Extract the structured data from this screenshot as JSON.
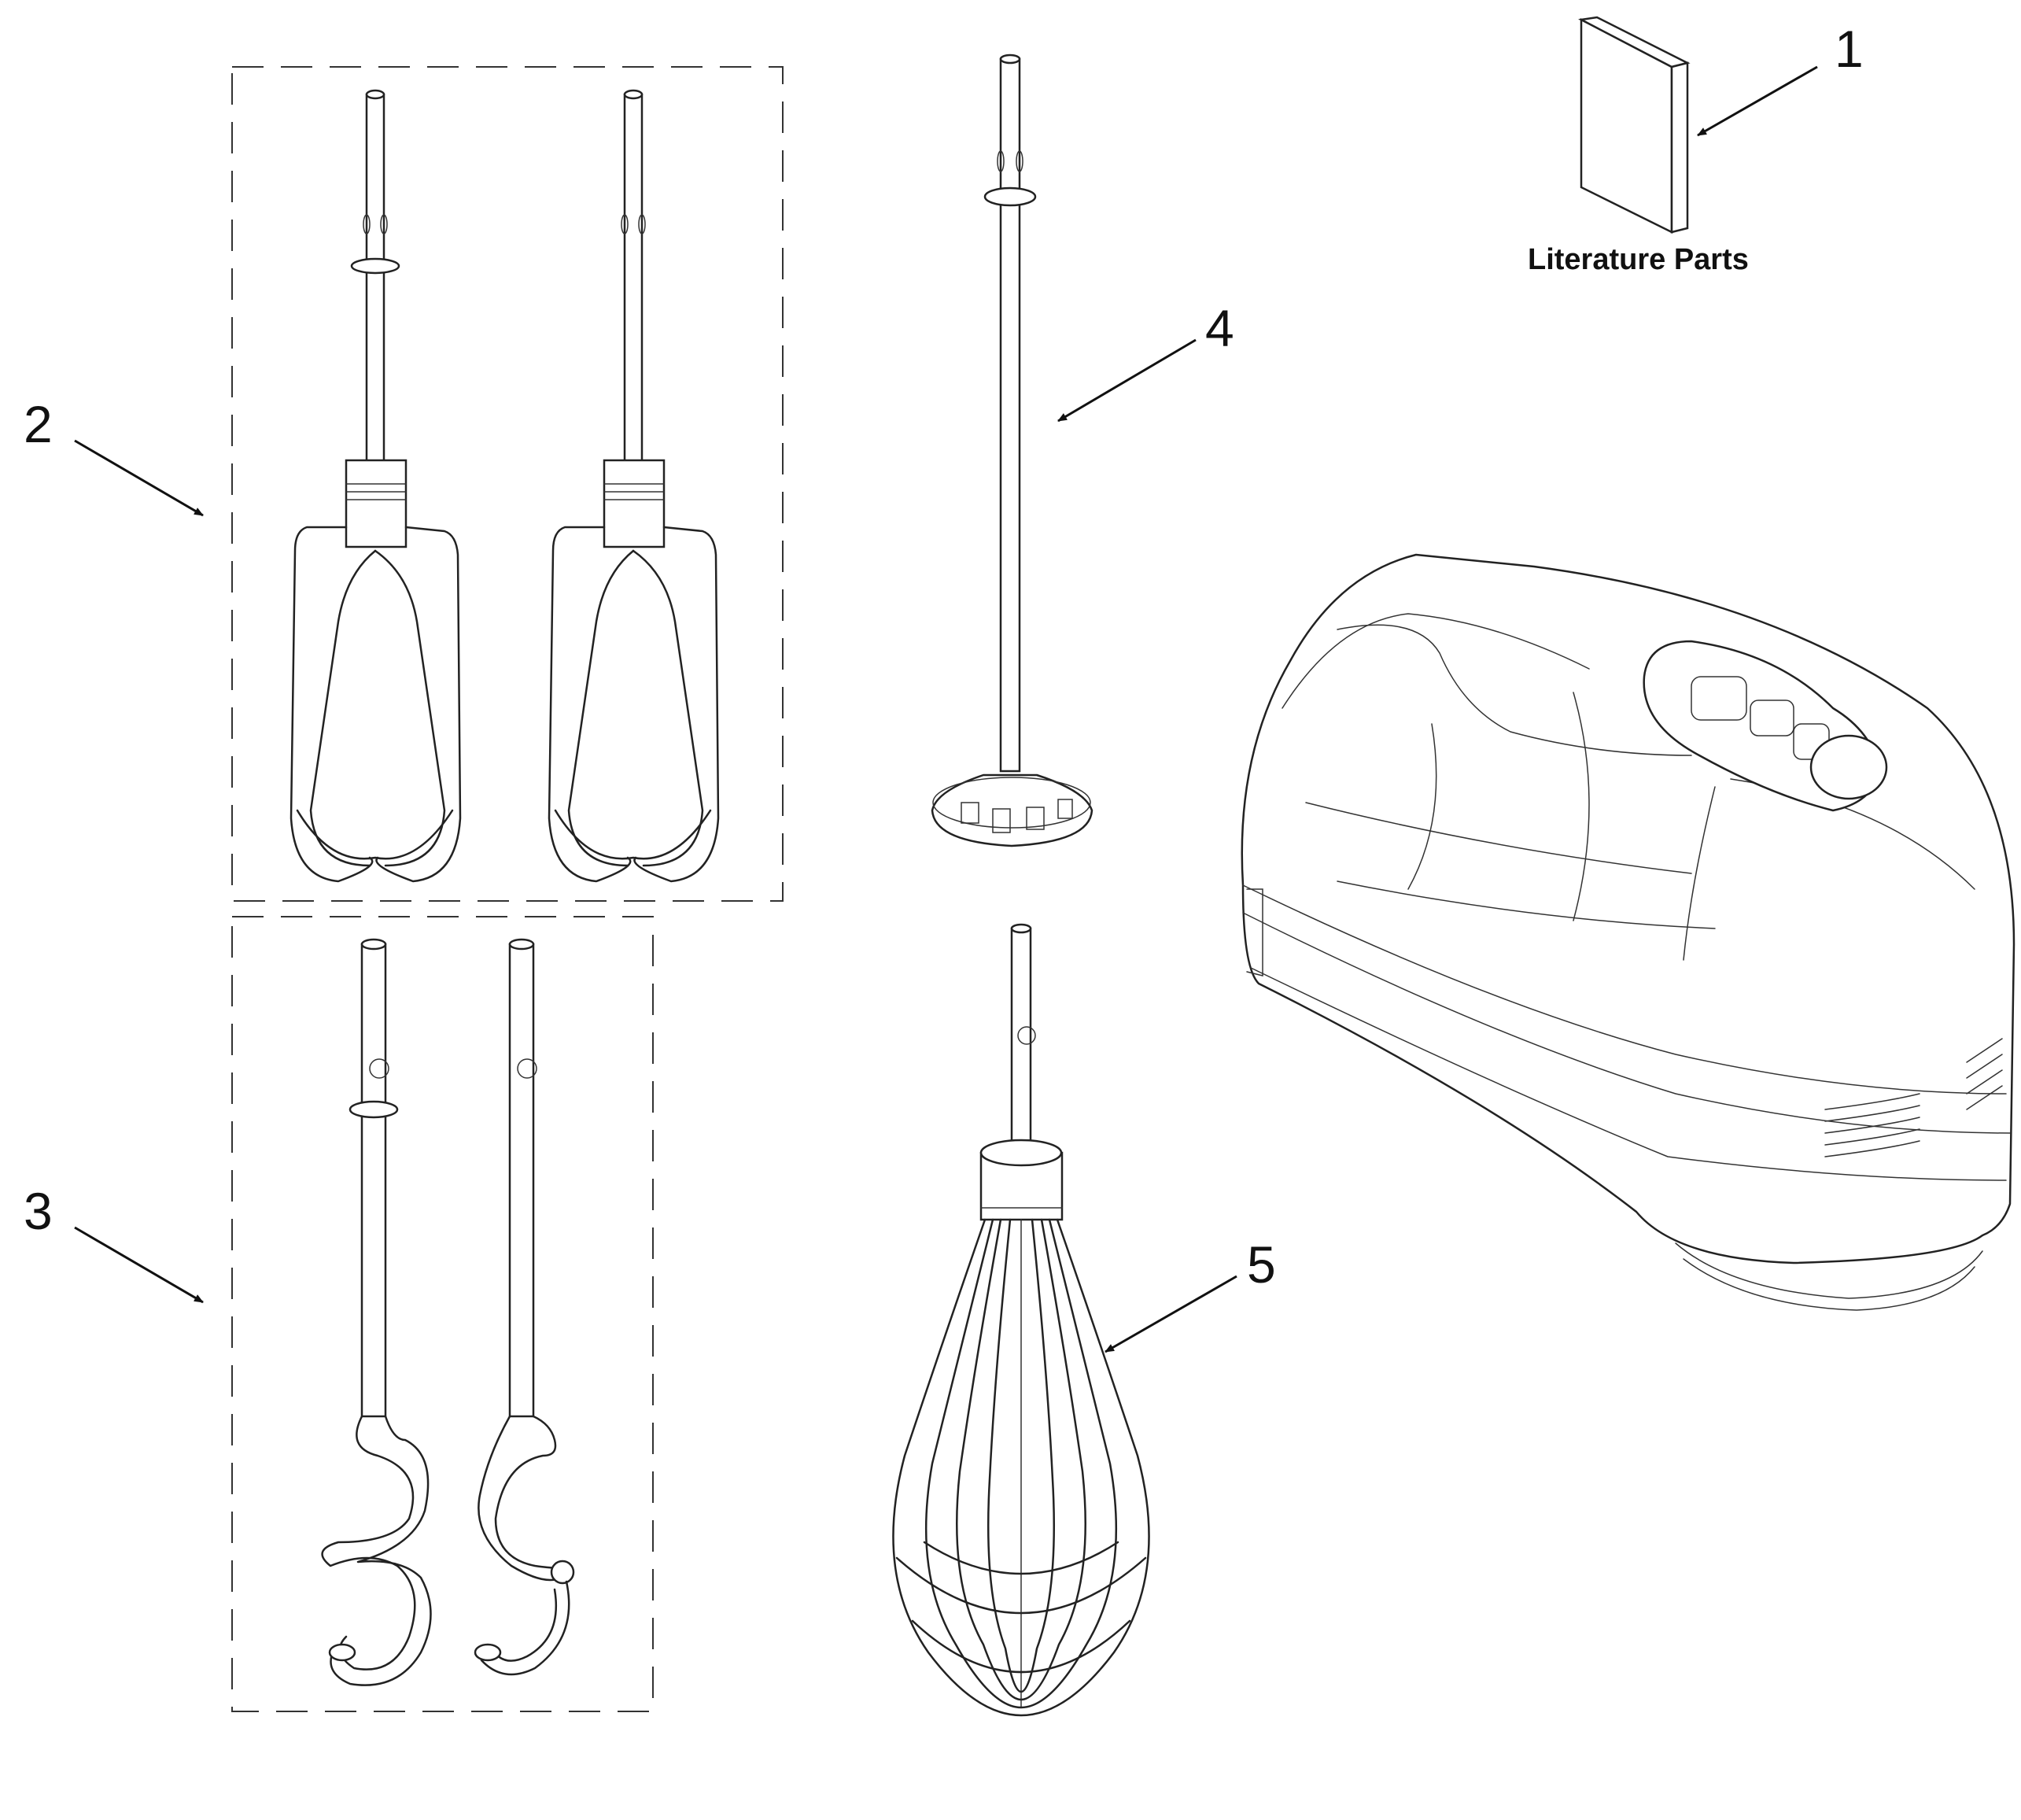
{
  "callouts": {
    "c1": "1",
    "c2": "2",
    "c3": "3",
    "c4": "4",
    "c5": "5"
  },
  "captions": {
    "literature": "Literature Parts"
  },
  "colors": {
    "line": "#222222",
    "background": "#ffffff"
  }
}
